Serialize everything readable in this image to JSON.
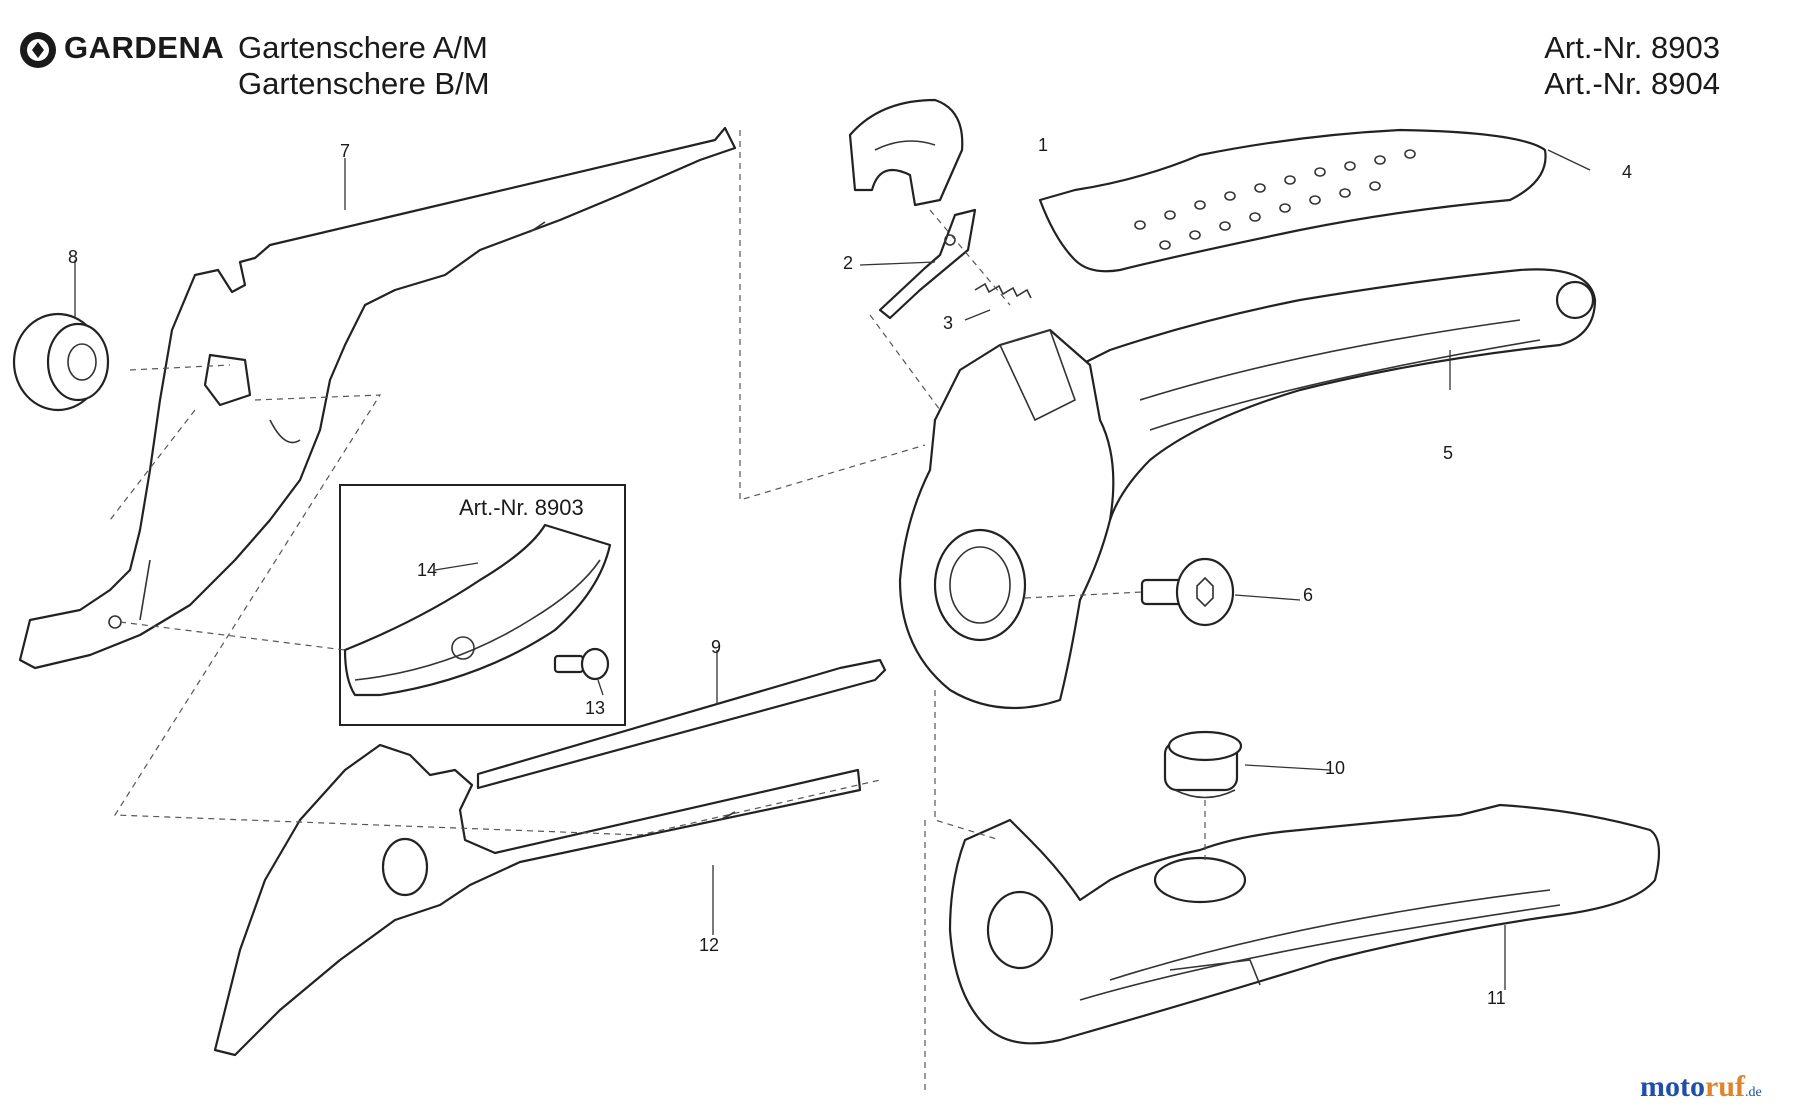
{
  "header": {
    "brand": "GARDENA",
    "title_line1": "Gartenschere A/M",
    "title_line2": "Gartenschere B/M",
    "art_nr_1": "Art.-Nr. 8903",
    "art_nr_2": "Art.-Nr. 8904"
  },
  "inset": {
    "label": "Art.-Nr. 8903"
  },
  "parts": {
    "p1": "1",
    "p2": "2",
    "p3": "3",
    "p4": "4",
    "p5": "5",
    "p6": "6",
    "p7": "7",
    "p8": "8",
    "p9": "9",
    "p10": "10",
    "p11": "11",
    "p12": "12",
    "p13": "13",
    "p14": "14"
  },
  "watermark": {
    "part_a": "moto",
    "part_b": "ruf",
    "part_c": ".de"
  },
  "colors": {
    "line": "#222222",
    "watermark_blue": "#1f4fa8",
    "watermark_orange": "#e0842a"
  }
}
